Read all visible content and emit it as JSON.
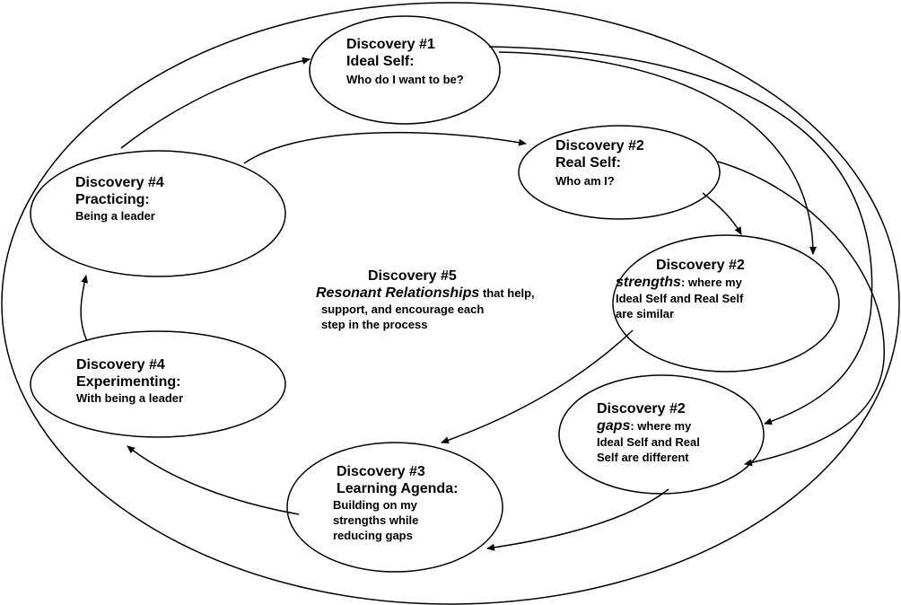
{
  "nodes": {
    "ideal_self": {
      "title": "Discovery #1",
      "subtitle": "Ideal Self:",
      "text": "Who do I want to be?"
    },
    "real_self": {
      "title": "Discovery #2",
      "subtitle": "Real Self:",
      "text": "Who am I?"
    },
    "strengths": {
      "title": "Discovery #2",
      "keyword": "strengths",
      "text_1": ": where my",
      "text_2": "Ideal Self and Real Self",
      "text_3": "are similar"
    },
    "gaps": {
      "title": "Discovery #2",
      "keyword": "gaps",
      "text_1": ":  where my",
      "text_2": "Ideal Self and Real",
      "text_3": "Self are different"
    },
    "learning_agenda": {
      "title": "Discovery #3",
      "subtitle": "Learning Agenda:",
      "text_1": "Building on my",
      "text_2": "strengths while",
      "text_3": "reducing gaps"
    },
    "experimenting": {
      "title": "Discovery #4",
      "subtitle": "Experimenting:",
      "text": "With being a leader"
    },
    "practicing": {
      "title": "Discovery #4",
      "subtitle": "Practicing:",
      "text": "Being a leader"
    }
  },
  "center": {
    "title": "Discovery #5",
    "keyword": "Resonant Relationships",
    "text_1": " that help,",
    "text_2": "support, and encourage each",
    "text_3": "step in the process"
  }
}
